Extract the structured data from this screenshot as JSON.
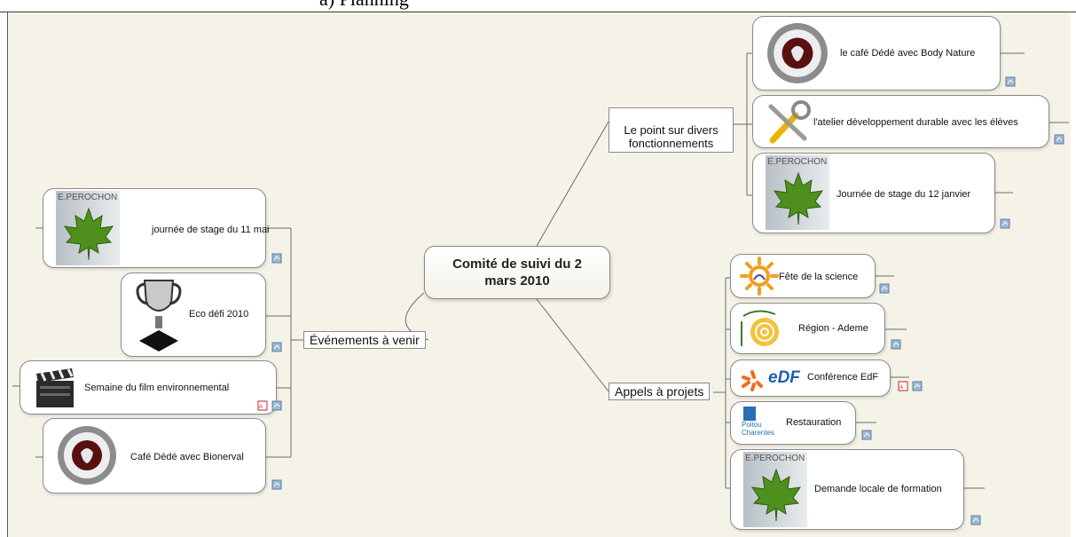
{
  "header_fragment": "a) Planning",
  "central": {
    "label": "Comité de suivi du 2\nmars 2010"
  },
  "branches": {
    "evenements": "Événements à venir",
    "fonctionnements": "Le point sur divers\nfonctionnements",
    "appels": "Appels à projets"
  },
  "logo_text": "E.PEROCHON",
  "evenements_items": [
    "journée de stage du 11 mai",
    "Eco défi 2010",
    "Semaine du film environnemental",
    "Café Dédé avec Bionerval"
  ],
  "fonctionnements_items": [
    "le café Dédé avec Body Nature",
    "l'atelier développement durable avec les élèves",
    "Journée de stage du 12 janvier"
  ],
  "appels_items": [
    "Fête de la science",
    "Région - Ademe",
    "Conférence EdF",
    "Restauration",
    "Demande locale de formation"
  ],
  "edf_logo_text": "eDF",
  "poitou_logo_text": "Poitou\nCharentes",
  "colors": {
    "background": "#f5f3e8",
    "connector": "#6b6b6b",
    "leaf": "#4f8f1e",
    "edf": "#1a5fb4",
    "sun": "#f0a020"
  }
}
